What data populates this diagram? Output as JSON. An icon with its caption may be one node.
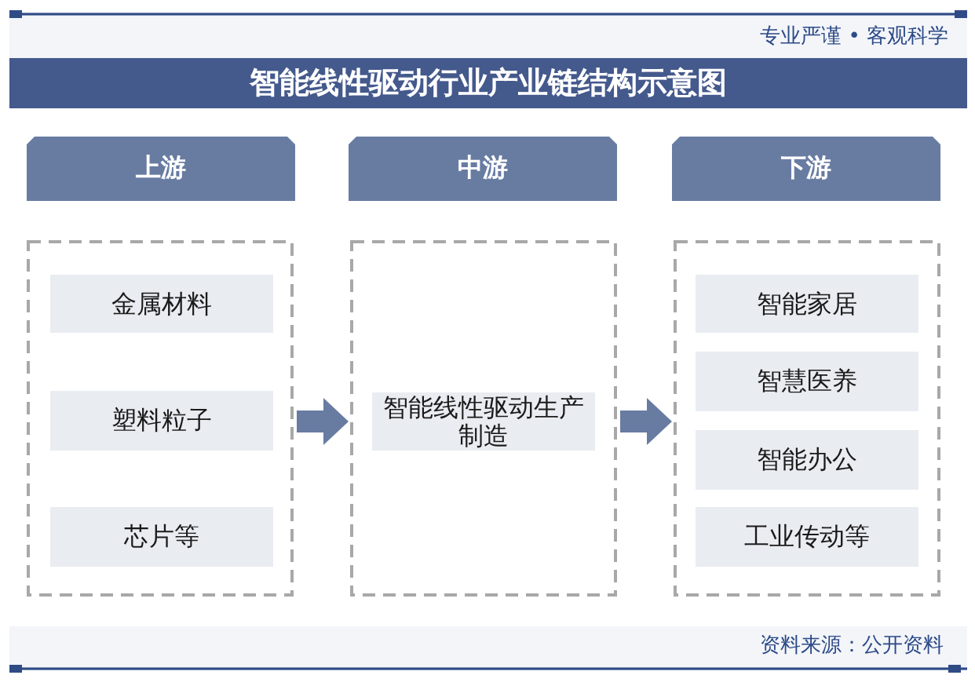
{
  "diagram": {
    "title": "智能线性驱动行业产业链结构示意图",
    "nodes": [
      {
        "text": [
          "上游"
        ]
      },
      {
        "text": [
          "中游"
        ]
      },
      {
        "text": [
          "下游"
        ]
      },
      {
        "text": [],
        "shape": "box"
      },
      {
        "text": [
          "金属材料"
        ],
        "in": 3
      },
      {
        "text": [
          "塑料粒子"
        ],
        "in": 3
      },
      {
        "text": [
          "芯片等"
        ],
        "in": 3
      },
      {
        "text": [],
        "shape": "box"
      },
      {
        "text": [
          "智能线性驱动生产制造"
        ],
        "in": 7
      },
      {
        "text": [],
        "shape": "box"
      },
      {
        "text": [
          "智能家居"
        ],
        "in": 9
      },
      {
        "text": [
          "智慧医养"
        ],
        "in": 9
      },
      {
        "text": [
          "智能办公"
        ],
        "in": 9
      },
      {
        "text": [
          "工业传动等"
        ],
        "in": 9
      }
    ],
    "edges": [
      {
        "from": 3,
        "to": 7,
        "arrow": "to"
      },
      {
        "from": 7,
        "to": 9,
        "arrow": "to"
      }
    ],
    "labels": [
      "专业严谨 • 客观科学",
      "资料来源：公开资料"
    ]
  }
}
